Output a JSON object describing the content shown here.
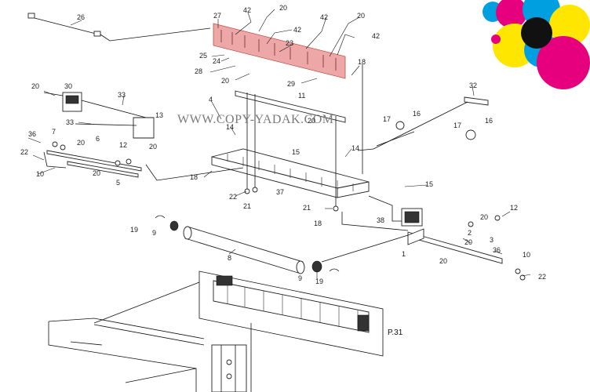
{
  "watermark": "WWW.COPY-YADAK.COM",
  "page_reference": "P.31",
  "highlight_color": "#e88a8a",
  "logo_colors": [
    "#00a0e0",
    "#e6007e",
    "#ffe600",
    "#111111"
  ],
  "callout_numbers": {
    "c26": "26",
    "c27": "27",
    "c42a": "42",
    "c20a": "20",
    "c42b": "42",
    "c42c": "42",
    "c20b": "20",
    "c42d": "42",
    "c23": "23",
    "c25": "25",
    "c24": "24",
    "c28": "28",
    "c20c": "20",
    "c29": "29",
    "c18a": "18",
    "c20d": "20",
    "c30": "30",
    "c33a": "33",
    "c33b": "33",
    "c4": "4",
    "c11": "11",
    "c32": "32",
    "c13": "13",
    "c20e": "20",
    "c14a": "14",
    "c16a": "16",
    "c17a": "17",
    "c16b": "16",
    "c17b": "17",
    "c36a": "36",
    "c7": "7",
    "c20f": "20",
    "c6": "6",
    "c12a": "12",
    "c20g": "20",
    "c22a": "22",
    "c15a": "15",
    "c14b": "14",
    "c10a": "10",
    "c20h": "20",
    "c5": "5",
    "c18b": "18",
    "c37": "37",
    "c22b": "22",
    "c21a": "21",
    "c15b": "15",
    "c21b": "21",
    "c38": "38",
    "c18c": "18",
    "c20i": "20",
    "c12b": "12",
    "c19a": "19",
    "c9a": "9",
    "c2": "2",
    "c1": "1",
    "c3": "3",
    "c20j": "20",
    "c36b": "36",
    "c10b": "10",
    "c20k": "20",
    "c8": "8",
    "c22c": "22",
    "c9b": "9",
    "c19b": "19"
  }
}
